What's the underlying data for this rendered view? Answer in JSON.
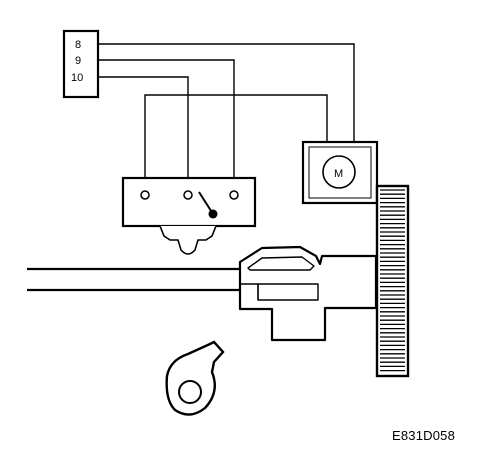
{
  "connector": {
    "pins": [
      "8",
      "9",
      "10"
    ]
  },
  "motor": {
    "label": "M"
  },
  "figure": {
    "code": "E831D058"
  }
}
